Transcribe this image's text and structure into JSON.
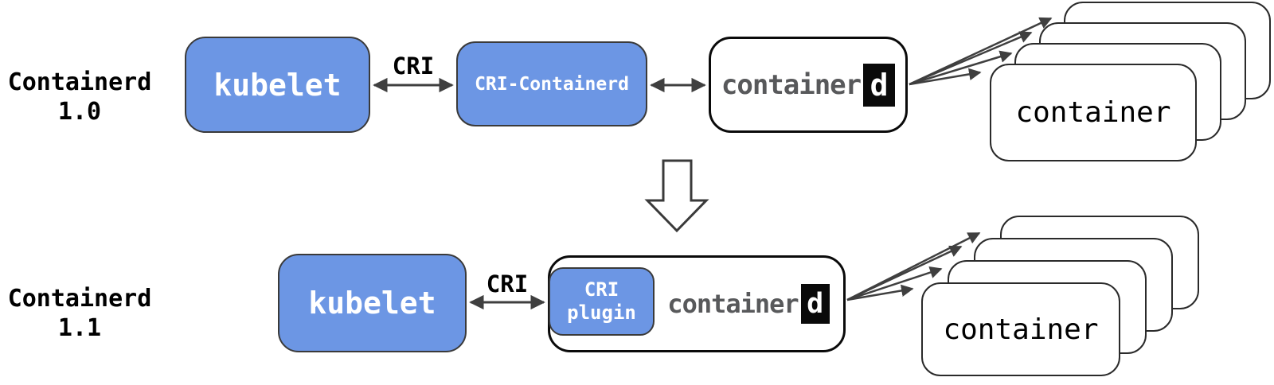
{
  "colors": {
    "accent_blue": "#6c96e4",
    "box_border_dark": "#3a3a3a",
    "white_box_border": "#0a0a0a",
    "arrow": "#3f3f3f",
    "logo_gray": "#58595b",
    "logo_badge_bg": "#0a0a0a",
    "background": "#ffffff"
  },
  "rows": {
    "v10": {
      "label_line1": "Containerd",
      "label_line2": "1.0",
      "kubelet": "kubelet",
      "cri_label": "CRI",
      "cri_containerd": "CRI-Containerd",
      "logo_text": "container",
      "logo_d": "d",
      "container_label": "container"
    },
    "v11": {
      "label_line1": "Containerd",
      "label_line2": "1.1",
      "kubelet": "kubelet",
      "cri_label": "CRI",
      "cri_plugin_line1": "CRI",
      "cri_plugin_line2": "plugin",
      "logo_text": "container",
      "logo_d": "d",
      "container_label": "container"
    }
  }
}
